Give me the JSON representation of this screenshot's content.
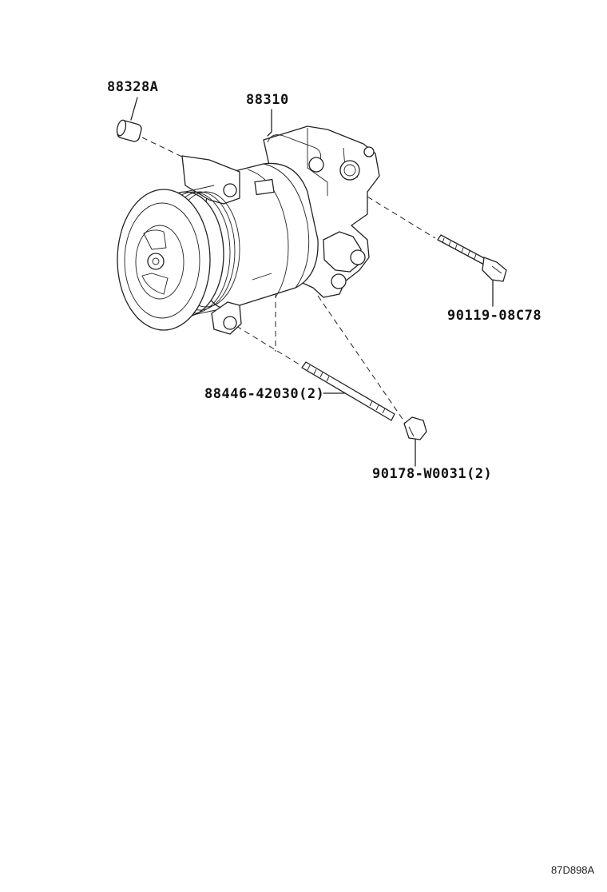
{
  "parts": {
    "receiver_cap": "88328A",
    "compressor": "88310",
    "bolt": "90119-08C78",
    "stud": "88446-42030(2)",
    "nut": "90178-W0031(2)"
  },
  "diagram_id": "87D898A"
}
